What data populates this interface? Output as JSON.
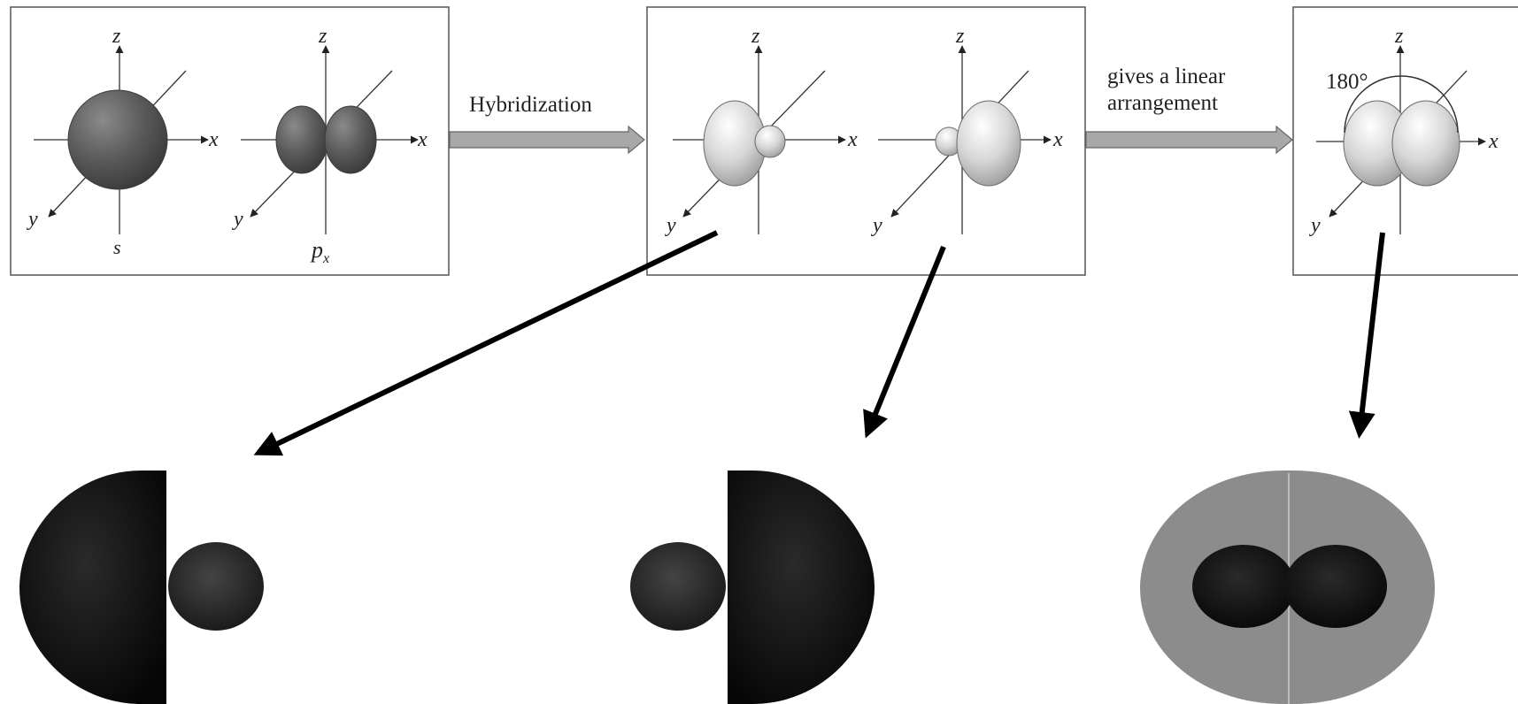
{
  "panel1": {
    "s_label": "s",
    "px_label": "p",
    "px_sub": "x",
    "axis_labels": {
      "x": "x",
      "y": "y",
      "z": "z"
    }
  },
  "arrow1": {
    "label": "Hybridization"
  },
  "panel2": {
    "axis_labels": {
      "x": "x",
      "y": "y",
      "z": "z"
    }
  },
  "arrow2": {
    "label_line1": "gives a linear",
    "label_line2": "arrangement"
  },
  "panel3": {
    "angle_label": "180°",
    "axis_labels": {
      "x": "x",
      "y": "y",
      "z": "z"
    }
  },
  "colors": {
    "dark_orbital": "#595959",
    "light_orbital": "#d8d8d8",
    "silhouette_black": "#0a0a0a",
    "silhouette_gray": "#8c8c8c",
    "block_arrow": "#a8a8a8"
  }
}
